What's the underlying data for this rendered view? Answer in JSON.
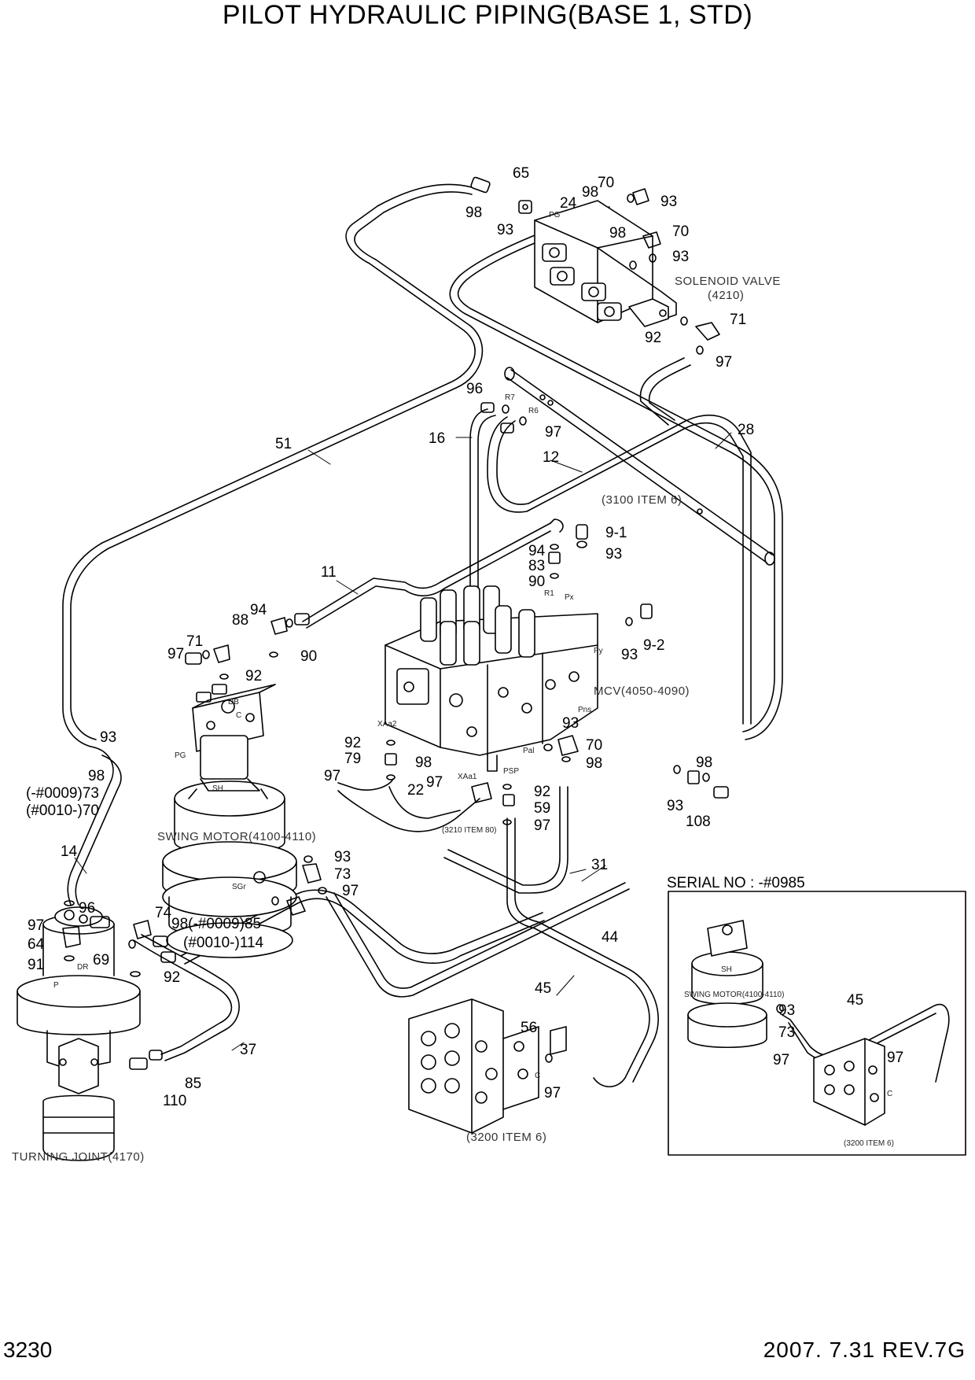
{
  "title": "PILOT HYDRAULIC PIPING(BASE 1, STD)",
  "page_number": "3230",
  "revision": "2007. 7.31  REV.7G",
  "component_labels": {
    "solenoid_valve": "SOLENOID VALVE",
    "solenoid_valve_ref": "(4210)",
    "mcv": "MCV(4050-4090)",
    "swing_motor": "SWING MOTOR(4100-4110)",
    "turning_joint": "TURNING JOINT(4170)",
    "ref_3100": "(3100 ITEM 6)",
    "ref_3200": "(3200 ITEM 6)",
    "ref_3210": "(3210 ITEM 80)",
    "inset_swing_motor": "SWING MOTOR(4100-4110)",
    "inset_ref_3200": "(3200 ITEM 6)"
  },
  "inset_title": "SERIAL NO : -#0985",
  "port_labels": [
    "PG",
    "R7",
    "R6",
    "R1",
    "Px",
    "Py",
    "Pns",
    "Pal",
    "XAa2",
    "XAa1",
    "PSP",
    "DB",
    "C",
    "PG",
    "SH",
    "SGr",
    "DR",
    "P",
    "C",
    "SH",
    "C"
  ],
  "callouts": [
    "65",
    "70",
    "98",
    "24",
    "93",
    "98",
    "93",
    "70",
    "98",
    "93",
    "92",
    "71",
    "97",
    "96",
    "97",
    "16",
    "12",
    "28",
    "51",
    "9-1",
    "94",
    "93",
    "83",
    "90",
    "11",
    "94",
    "88",
    "9-2",
    "93",
    "71",
    "97",
    "90",
    "92",
    "93",
    "98",
    "(-#0009)73",
    "(#0010-)70",
    "14",
    "92",
    "79",
    "97",
    "98",
    "93",
    "70",
    "98",
    "97",
    "22",
    "92",
    "59",
    "97",
    "98",
    "93",
    "108",
    "31",
    "93",
    "73",
    "97",
    "97",
    "96",
    "74",
    "98(-#0009)85",
    "(#0010-)114",
    "64",
    "91",
    "69",
    "92",
    "44",
    "45",
    "37",
    "85",
    "110",
    "56",
    "97",
    "45",
    "93",
    "73",
    "97",
    "97"
  ]
}
